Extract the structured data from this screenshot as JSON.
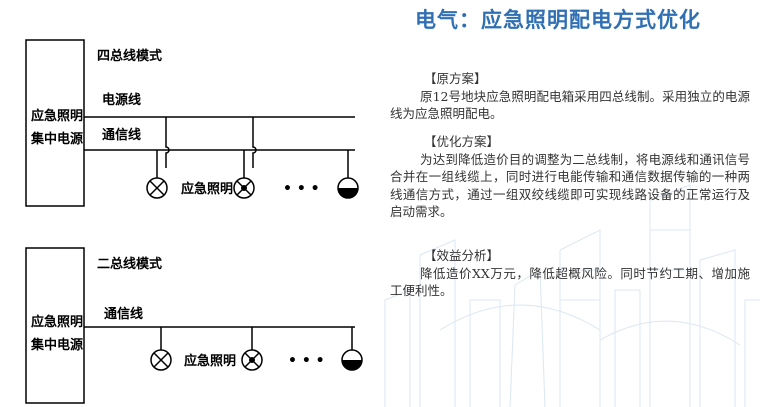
{
  "title": "电气：应急照明配电方式优化",
  "diagram": {
    "top": {
      "mode_label": "四总线模式",
      "source_lines": [
        "应急照明",
        "集中电源"
      ],
      "power_line": "电源线",
      "comm_line": "通信线",
      "lamp_label": "应急照明",
      "ellipsis": "• • •"
    },
    "bottom": {
      "mode_label": "二总线模式",
      "source_lines": [
        "应急照明",
        "集中电源"
      ],
      "comm_line": "通信线",
      "lamp_label": "应急照明",
      "ellipsis": "• • •"
    }
  },
  "text": {
    "original_head": "【原方案】",
    "original_body": "原12号地块应急照明配电箱采用四总线制。采用独立的电源线为应急照明配电。",
    "optimized_head": "【优化方案】",
    "optimized_body": "为达到降低造价目的调整为二总线制，将电源线和通讯信号合并在一组线缆上，同时进行电能传输和通信数据传输的一种两线通信方式，通过一组双绞线缆即可实现线路设备的正常运行及启动需求。",
    "benefit_head": "【效益分析】",
    "benefit_body": "降低造价XX万元，降低超概风险。同时节约工期、增加施工便利性。"
  }
}
